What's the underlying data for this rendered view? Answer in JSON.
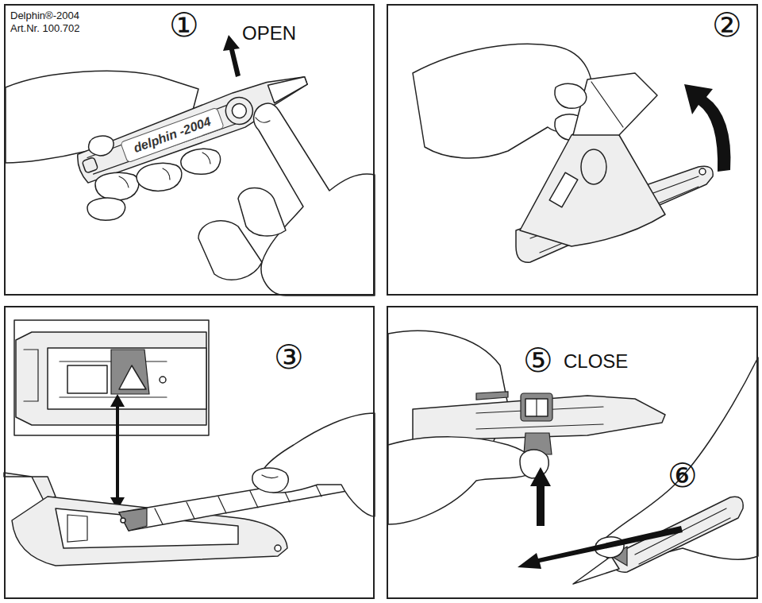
{
  "diagram": {
    "nodes": [
      {
        "text": [
          "Delphin®-2004",
          "Art.Nr. 100.702",
          "①",
          "OPEN"
        ]
      },
      {
        "text": [
          "delphin -2004"
        ],
        "in": 0
      },
      {
        "text": [
          "②"
        ]
      },
      {
        "text": [
          "③"
        ]
      },
      {
        "text": [
          "⑤",
          "CLOSE",
          "⑥"
        ]
      }
    ]
  }
}
